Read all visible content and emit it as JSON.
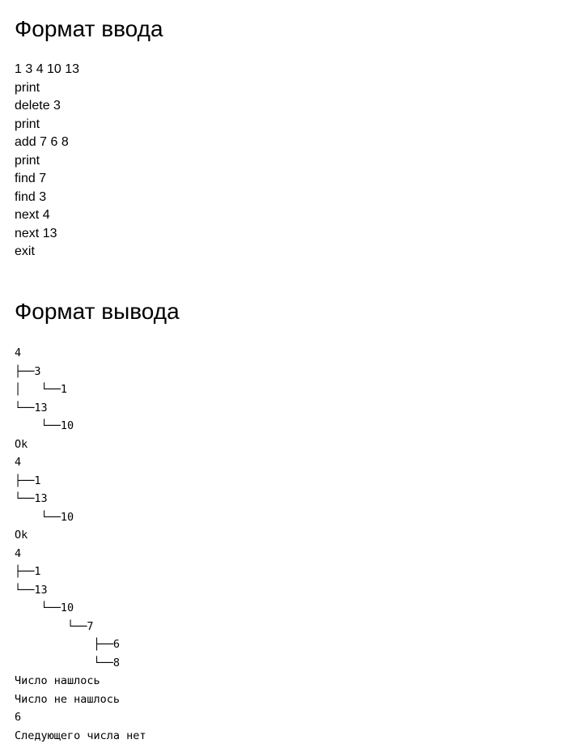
{
  "input_section": {
    "title": "Формат ввода",
    "lines": [
      "1 3 4 10 13",
      "print",
      "delete 3",
      "print",
      "add 7 6 8",
      "print",
      "find 7",
      "find 3",
      "next 4",
      "next 13",
      "exit"
    ]
  },
  "output_section": {
    "title": "Формат вывода",
    "lines": [
      "4",
      "├──3",
      "│   └──1",
      "└──13",
      "    └──10",
      "Ok",
      "4",
      "├──1",
      "└──13",
      "    └──10",
      "Ok",
      "4",
      "├──1",
      "└──13",
      "    └──10",
      "        └──7",
      "            ├──6",
      "            └──8",
      "Число нашлось",
      "Число не нашлось",
      "6",
      "Следующего числа нет"
    ]
  }
}
